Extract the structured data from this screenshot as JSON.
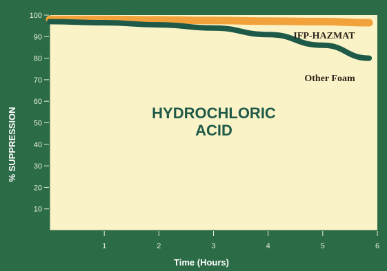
{
  "chart_data": {
    "type": "line",
    "xlabel": "Time (Hours)",
    "ylabel": "% SUPPRESSION",
    "xlim": [
      0,
      6
    ],
    "ylim": [
      0,
      100
    ],
    "x_ticks": [
      1,
      2,
      3,
      4,
      5,
      6
    ],
    "y_ticks": [
      10,
      20,
      30,
      40,
      50,
      60,
      70,
      80,
      90,
      100
    ],
    "annotation": [
      "HYDROCHLORIC",
      "ACID"
    ],
    "grid": false,
    "series": [
      {
        "name": "IFP-HAZMAT",
        "color": "#f2a23a",
        "x": [
          0,
          1,
          2,
          3,
          4,
          5,
          5.85
        ],
        "y": [
          98,
          98,
          97.8,
          97.5,
          97.2,
          97,
          96.5
        ]
      },
      {
        "name": "Other Foam",
        "color": "#1f5a48",
        "x": [
          0,
          1,
          2,
          3,
          4,
          5,
          5.85
        ],
        "y": [
          97,
          96.5,
          95.5,
          94,
          91,
          86,
          80
        ]
      }
    ]
  }
}
